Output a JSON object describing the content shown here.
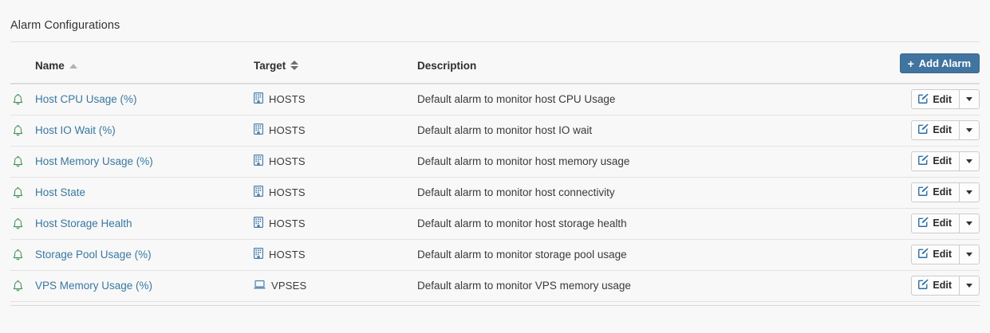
{
  "panel": {
    "title": "Alarm Configurations"
  },
  "toolbar": {
    "add_alarm_label": "Add Alarm",
    "add_alarm_plus": "+",
    "add_alarm_color": "#41749f"
  },
  "table": {
    "columns": [
      {
        "key": "name",
        "label": "Name",
        "sort": "asc"
      },
      {
        "key": "target",
        "label": "Target",
        "sort": "both"
      },
      {
        "key": "description",
        "label": "Description",
        "sort": "none"
      },
      {
        "key": "actions",
        "label": "",
        "sort": "none"
      }
    ],
    "row_action": {
      "edit_label": "Edit",
      "edit_icon": "pencil-square-icon",
      "dropdown_icon": "caret-down-icon"
    },
    "rows": [
      {
        "alarm_icon": "bell-icon",
        "name": "Host CPU Usage (%)",
        "target_icon": "server-icon",
        "target": "HOSTS",
        "description": "Default alarm to monitor host CPU Usage"
      },
      {
        "alarm_icon": "bell-icon",
        "name": "Host IO Wait (%)",
        "target_icon": "server-icon",
        "target": "HOSTS",
        "description": "Default alarm to monitor host IO wait"
      },
      {
        "alarm_icon": "bell-icon",
        "name": "Host Memory Usage (%)",
        "target_icon": "server-icon",
        "target": "HOSTS",
        "description": "Default alarm to monitor host memory usage"
      },
      {
        "alarm_icon": "bell-icon",
        "name": "Host State",
        "target_icon": "server-icon",
        "target": "HOSTS",
        "description": "Default alarm to monitor host connectivity"
      },
      {
        "alarm_icon": "bell-icon",
        "name": "Host Storage Health",
        "target_icon": "server-icon",
        "target": "HOSTS",
        "description": "Default alarm to monitor host storage health"
      },
      {
        "alarm_icon": "bell-icon",
        "name": "Storage Pool Usage (%)",
        "target_icon": "server-icon",
        "target": "HOSTS",
        "description": "Default alarm to monitor storage pool usage"
      },
      {
        "alarm_icon": "bell-icon",
        "name": "VPS Memory Usage (%)",
        "target_icon": "laptop-icon",
        "target": "VPSES",
        "description": "Default alarm to monitor VPS memory usage"
      }
    ]
  },
  "colors": {
    "link": "#3878a0",
    "bell": "#3f8f55",
    "target_icon": "#4a7fae",
    "background": "#f8f8f8"
  }
}
